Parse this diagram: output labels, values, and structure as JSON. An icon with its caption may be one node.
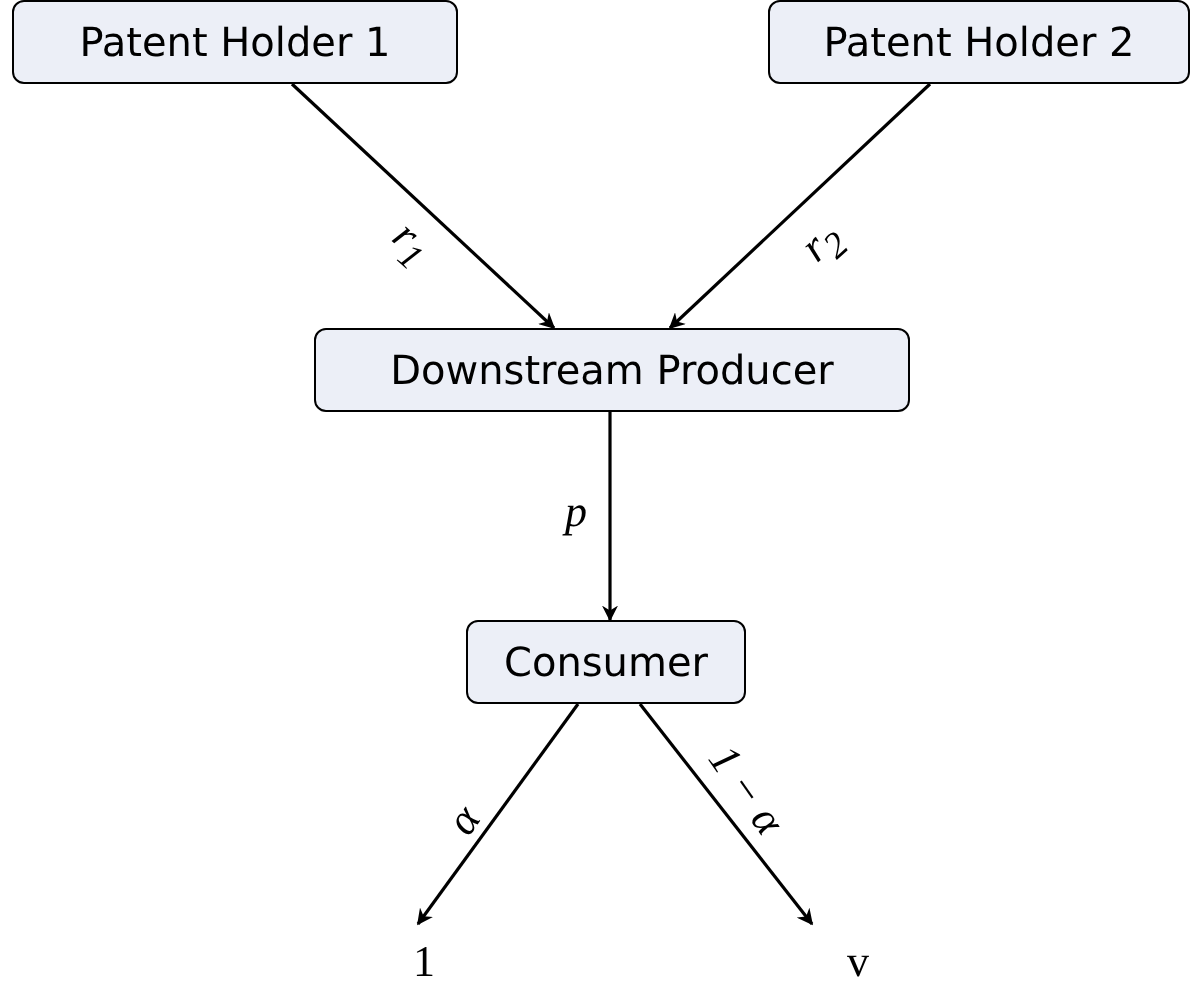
{
  "diagram": {
    "nodes": [
      {
        "text": [
          "Patent Holder 1"
        ]
      },
      {
        "text": [
          "Patent Holder 2"
        ]
      },
      {
        "text": [
          "Downstream Producer"
        ]
      },
      {
        "text": [
          "Consumer"
        ]
      },
      {
        "text": [
          "1"
        ]
      },
      {
        "text": [
          "v"
        ]
      }
    ],
    "edges": [
      {
        "from": 0,
        "to": 2,
        "arrow": "to",
        "label": "r$_{1}$"
      },
      {
        "from": 1,
        "to": 2,
        "arrow": "to",
        "label": "r$_{2}$"
      },
      {
        "from": 2,
        "to": 3,
        "arrow": "to",
        "label": "p"
      },
      {
        "from": 3,
        "to": 4,
        "arrow": "to",
        "label": "α"
      },
      {
        "from": 3,
        "to": 5,
        "arrow": "to",
        "label": "1 − α"
      }
    ]
  }
}
